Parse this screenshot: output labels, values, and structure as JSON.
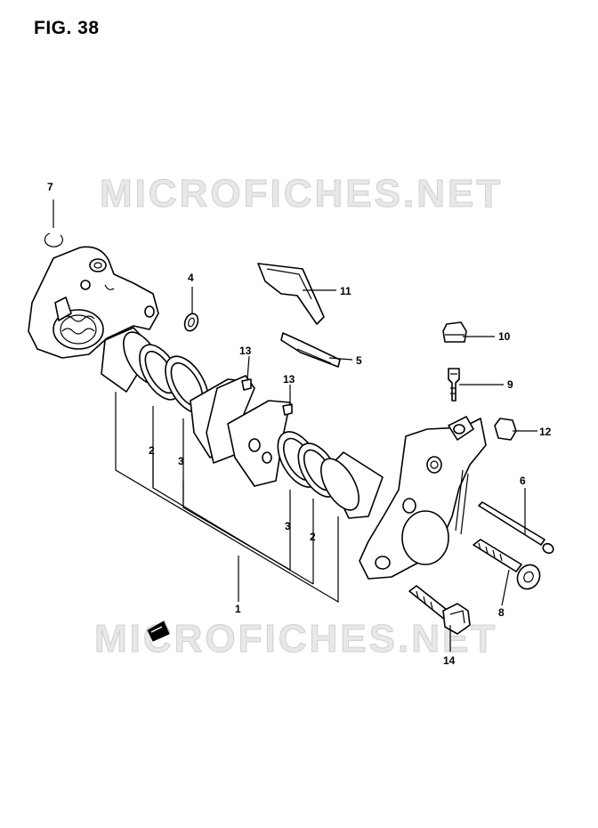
{
  "figure": {
    "title": "FIG. 38"
  },
  "watermarks": [
    "MICROFICHES.NET",
    "MICROFICHES.NET"
  ],
  "parts": [
    {
      "id": "1",
      "label": "1"
    },
    {
      "id": "2a",
      "label": "2"
    },
    {
      "id": "2b",
      "label": "2"
    },
    {
      "id": "3a",
      "label": "3"
    },
    {
      "id": "3b",
      "label": "3"
    },
    {
      "id": "4",
      "label": "4"
    },
    {
      "id": "5",
      "label": "5"
    },
    {
      "id": "6",
      "label": "6"
    },
    {
      "id": "7",
      "label": "7"
    },
    {
      "id": "8",
      "label": "8"
    },
    {
      "id": "9",
      "label": "9"
    },
    {
      "id": "10",
      "label": "10"
    },
    {
      "id": "11",
      "label": "11"
    },
    {
      "id": "12",
      "label": "12"
    },
    {
      "id": "13a",
      "label": "13"
    },
    {
      "id": "13b",
      "label": "13"
    },
    {
      "id": "14",
      "label": "14"
    }
  ]
}
